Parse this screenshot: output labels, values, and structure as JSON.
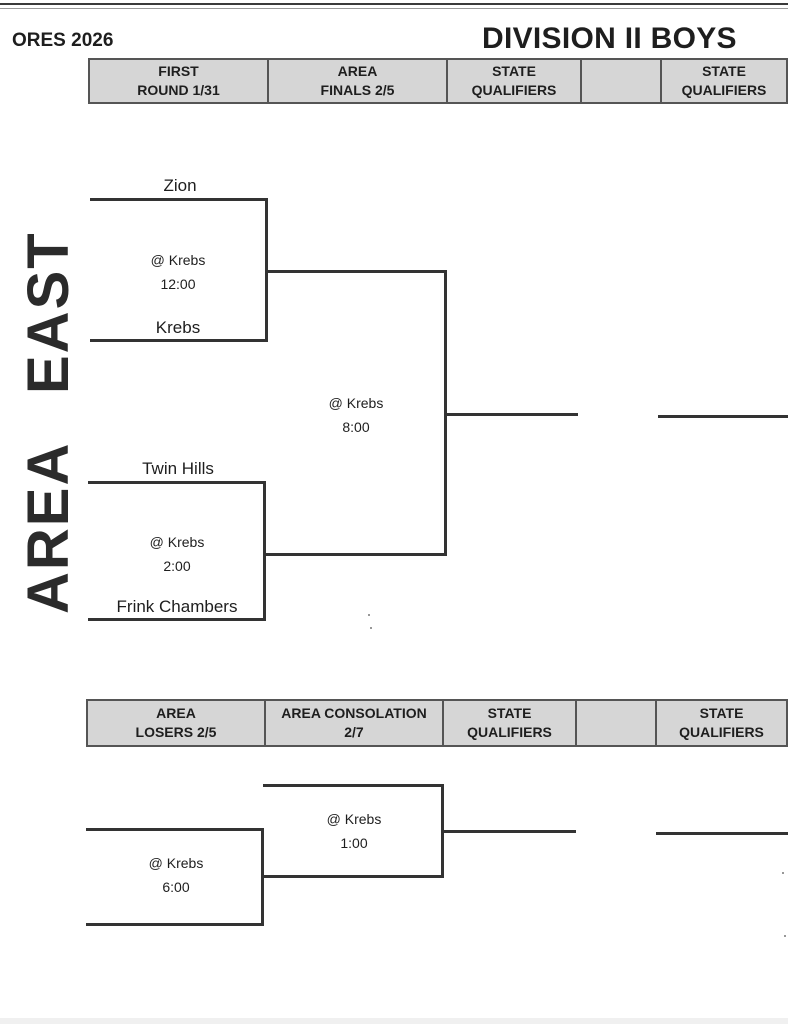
{
  "document": {
    "left_title": "ORES 2026",
    "right_title": "DIVISION II BOYS",
    "side_word_1": "AREA",
    "side_word_2": "EAST"
  },
  "top_header": {
    "columns": [
      "FIRST\nROUND 1/31",
      "AREA\nFINALS 2/5",
      "STATE\nQUALIFIERS",
      "",
      "STATE\nQUALIFIERS"
    ]
  },
  "first_round": {
    "game1": {
      "team_top": "Zion",
      "team_bottom": "Krebs",
      "site": "@ Krebs",
      "time": "12:00"
    },
    "game2": {
      "team_top": "Twin Hills",
      "team_bottom": "Frink Chambers",
      "site": "@ Krebs",
      "time": "2:00"
    }
  },
  "area_final": {
    "site": "@ Krebs",
    "time": "8:00"
  },
  "bottom_header": {
    "columns": [
      "AREA\nLOSERS 2/5",
      "AREA CONSOLATION\n2/7",
      "STATE\nQUALIFIERS",
      "",
      "STATE\nQUALIFIERS"
    ]
  },
  "losers": {
    "site": "@ Krebs",
    "time": "6:00"
  },
  "consolation": {
    "site": "@ Krebs",
    "time": "1:00"
  }
}
